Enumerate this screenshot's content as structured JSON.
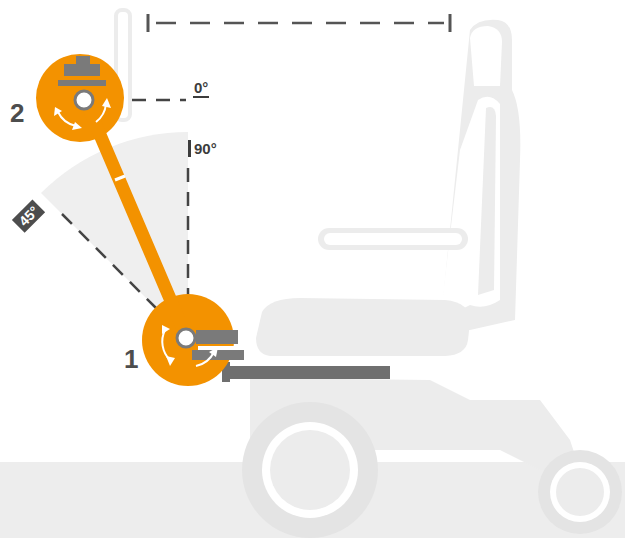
{
  "diagram": {
    "labels": [
      "2",
      "0°",
      "90°",
      "45°",
      "1"
    ]
  }
}
